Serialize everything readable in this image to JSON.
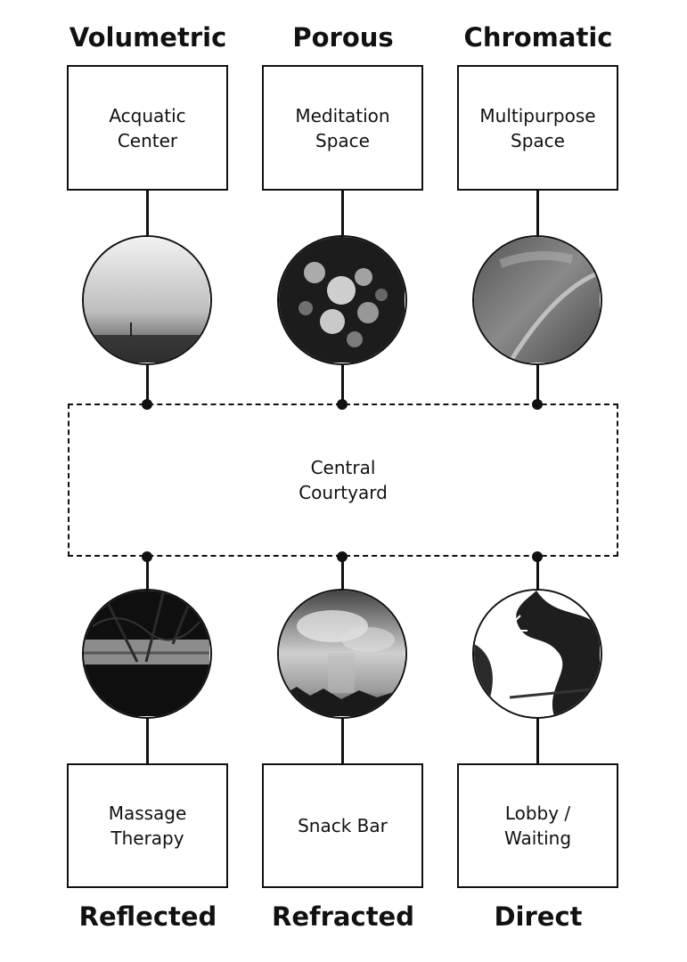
{
  "top_headings": [
    "Volumetric",
    "Porous",
    "Chromatic"
  ],
  "bottom_headings": [
    "Reflected",
    "Refracted",
    "Direct"
  ],
  "top_boxes": [
    "Acquatic\nCenter",
    "Meditation\nSpace",
    "Multipurpose\nSpace"
  ],
  "bottom_boxes": [
    "Massage\nTherapy",
    "Snack Bar",
    "Lobby /\nWaiting"
  ],
  "center": "Central\nCourtyard",
  "photo_icons": [
    "foggy-sea-photo",
    "bokeh-foliage-photo",
    "rainbow-sky-photo",
    "reflected-trees-photo",
    "storm-cloud-photo",
    "sun-through-leaves-photo"
  ]
}
